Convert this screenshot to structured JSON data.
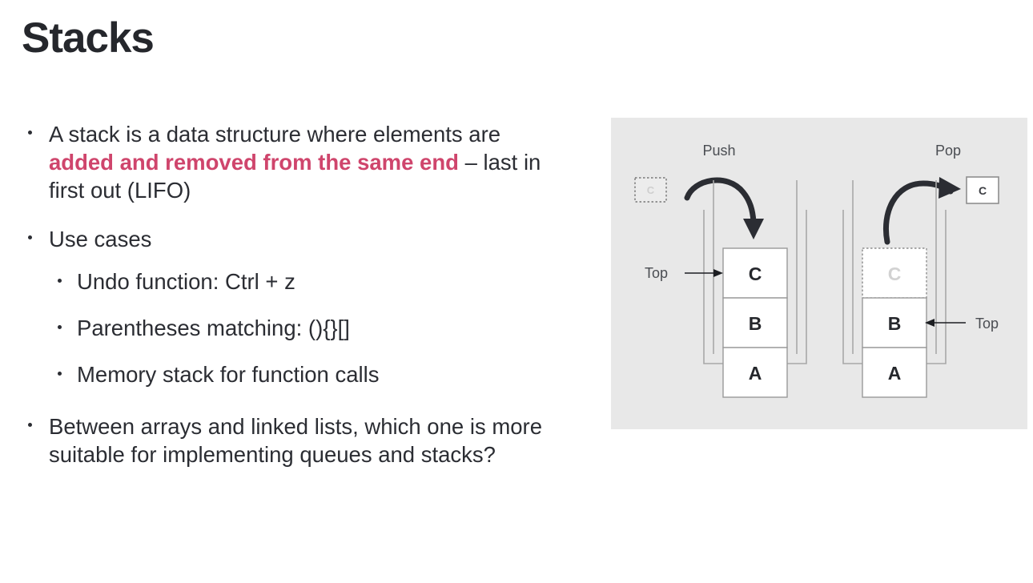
{
  "slide": {
    "title": "Stacks",
    "bullets": [
      {
        "id": "definition",
        "segments": [
          {
            "text": "A stack is a data structure where elements are ",
            "highlight": false
          },
          {
            "text": "added and removed from the same end",
            "highlight": true
          },
          {
            "text": " – last in first out (LIFO)",
            "highlight": false
          }
        ]
      },
      {
        "id": "use-cases",
        "text": "Use cases",
        "children": [
          {
            "text": "Undo function: Ctrl + z"
          },
          {
            "text": "Parentheses matching: (){}[]"
          },
          {
            "text": "Memory stack for function calls"
          }
        ]
      },
      {
        "id": "question",
        "text": "Between arrays and linked lists, which one is more suitable for implementing queues and stacks?"
      }
    ]
  },
  "diagram": {
    "background": "#e8e8e8",
    "push": {
      "operation_label": "Push",
      "incoming_item": "C",
      "top_label": "Top",
      "stack_items": [
        "C",
        "B",
        "A"
      ]
    },
    "pop": {
      "operation_label": "Pop",
      "outgoing_item": "C",
      "top_label": "Top",
      "stack_items": [
        "C",
        "B",
        "A"
      ],
      "removed_item": "C"
    }
  },
  "colors": {
    "highlight": "#cf456c",
    "text": "#2b2d33",
    "diagram_bg": "#e8e8e8",
    "box_border": "#9a9a9a",
    "arrow": "#2b2d33"
  }
}
